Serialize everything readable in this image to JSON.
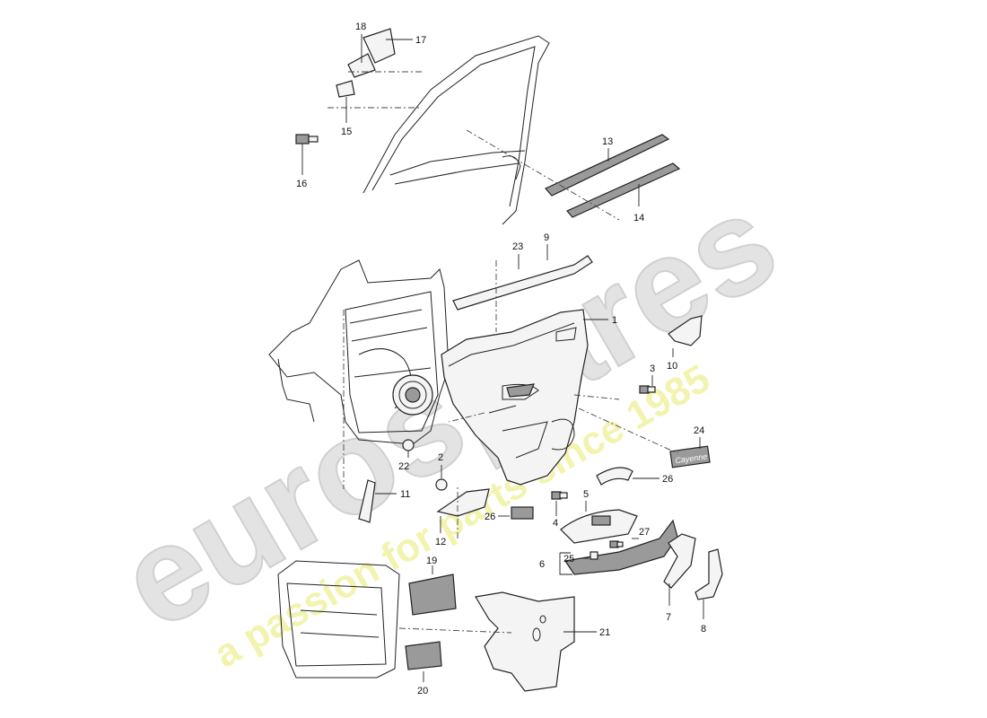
{
  "watermark": {
    "brand": "eurospares",
    "tagline": "a passion for parts since 1985"
  },
  "callouts": [
    {
      "id": "c1",
      "label": "1"
    },
    {
      "id": "c2",
      "label": "2"
    },
    {
      "id": "c3",
      "label": "3"
    },
    {
      "id": "c4",
      "label": "4"
    },
    {
      "id": "c5",
      "label": "5"
    },
    {
      "id": "c6",
      "label": "6"
    },
    {
      "id": "c7",
      "label": "7"
    },
    {
      "id": "c8",
      "label": "8"
    },
    {
      "id": "c9",
      "label": "9"
    },
    {
      "id": "c10",
      "label": "10"
    },
    {
      "id": "c11",
      "label": "11"
    },
    {
      "id": "c12",
      "label": "12"
    },
    {
      "id": "c13",
      "label": "13"
    },
    {
      "id": "c14",
      "label": "14"
    },
    {
      "id": "c15",
      "label": "15"
    },
    {
      "id": "c16",
      "label": "16"
    },
    {
      "id": "c17",
      "label": "17"
    },
    {
      "id": "c18",
      "label": "18"
    },
    {
      "id": "c19",
      "label": "19"
    },
    {
      "id": "c20",
      "label": "20"
    },
    {
      "id": "c21",
      "label": "21"
    },
    {
      "id": "c22",
      "label": "22"
    },
    {
      "id": "c23",
      "label": "23"
    },
    {
      "id": "c24",
      "label": "24"
    },
    {
      "id": "c25",
      "label": "25"
    },
    {
      "id": "c26a",
      "label": "26"
    },
    {
      "id": "c26b",
      "label": "26"
    },
    {
      "id": "c27",
      "label": "27"
    }
  ],
  "emblem_text": "Cayenne",
  "colors": {
    "ink": "#222222",
    "watermark": "#d9d9d9",
    "tagline": "#f2f2a8"
  }
}
